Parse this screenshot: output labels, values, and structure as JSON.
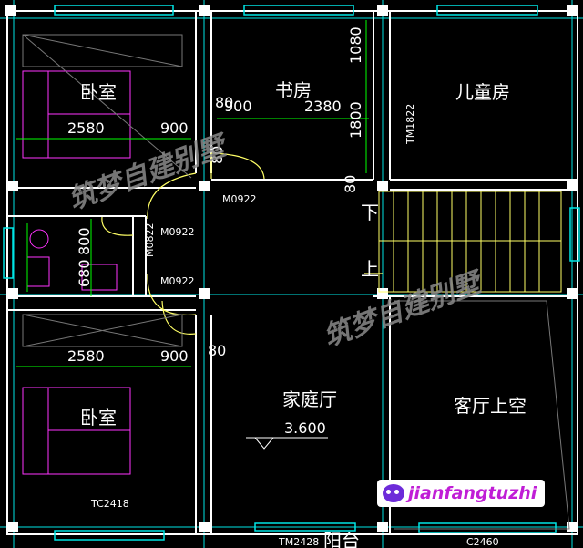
{
  "rooms": {
    "bedroom_top": "卧室",
    "study": "书房",
    "kids_room": "儿童房",
    "bedroom_bottom": "卧室",
    "family_hall": "家庭厅",
    "living_void": "客厅上空",
    "balcony": "阳台"
  },
  "stairs": {
    "down": "下",
    "up": "上"
  },
  "dimensions": {
    "d2580_top": "2580",
    "d900_top_left": "900",
    "d80_top": "80",
    "d900_study": "900",
    "d2380": "2380",
    "d1080": "1080",
    "d1800": "1800",
    "d80_stair": "80",
    "d80_mid": "80",
    "d800": "800",
    "d680": "680",
    "d2580_bottom": "2580",
    "d900_bottom": "900",
    "d80_bottom": "80",
    "level": "3.600"
  },
  "codes": {
    "tm1822": "TM1822",
    "m0922_a": "M0922",
    "m0922_b": "M0922",
    "m0922_c": "M0922",
    "m0822": "M0822",
    "tc2418": "TC2418",
    "tm2428": "TM2428",
    "c2460": "C2460"
  },
  "watermark": "筑梦自建别墅",
  "badge": {
    "text": "jianfangtuzhi",
    "icon": "wechat-icon"
  },
  "colors": {
    "background": "#000000",
    "wall": "#ffffff",
    "dimension_line": "#00ff00",
    "grid": "#00ffff",
    "furniture": "#ff00ff",
    "door": "#ffff66",
    "window": "#00ffff"
  }
}
